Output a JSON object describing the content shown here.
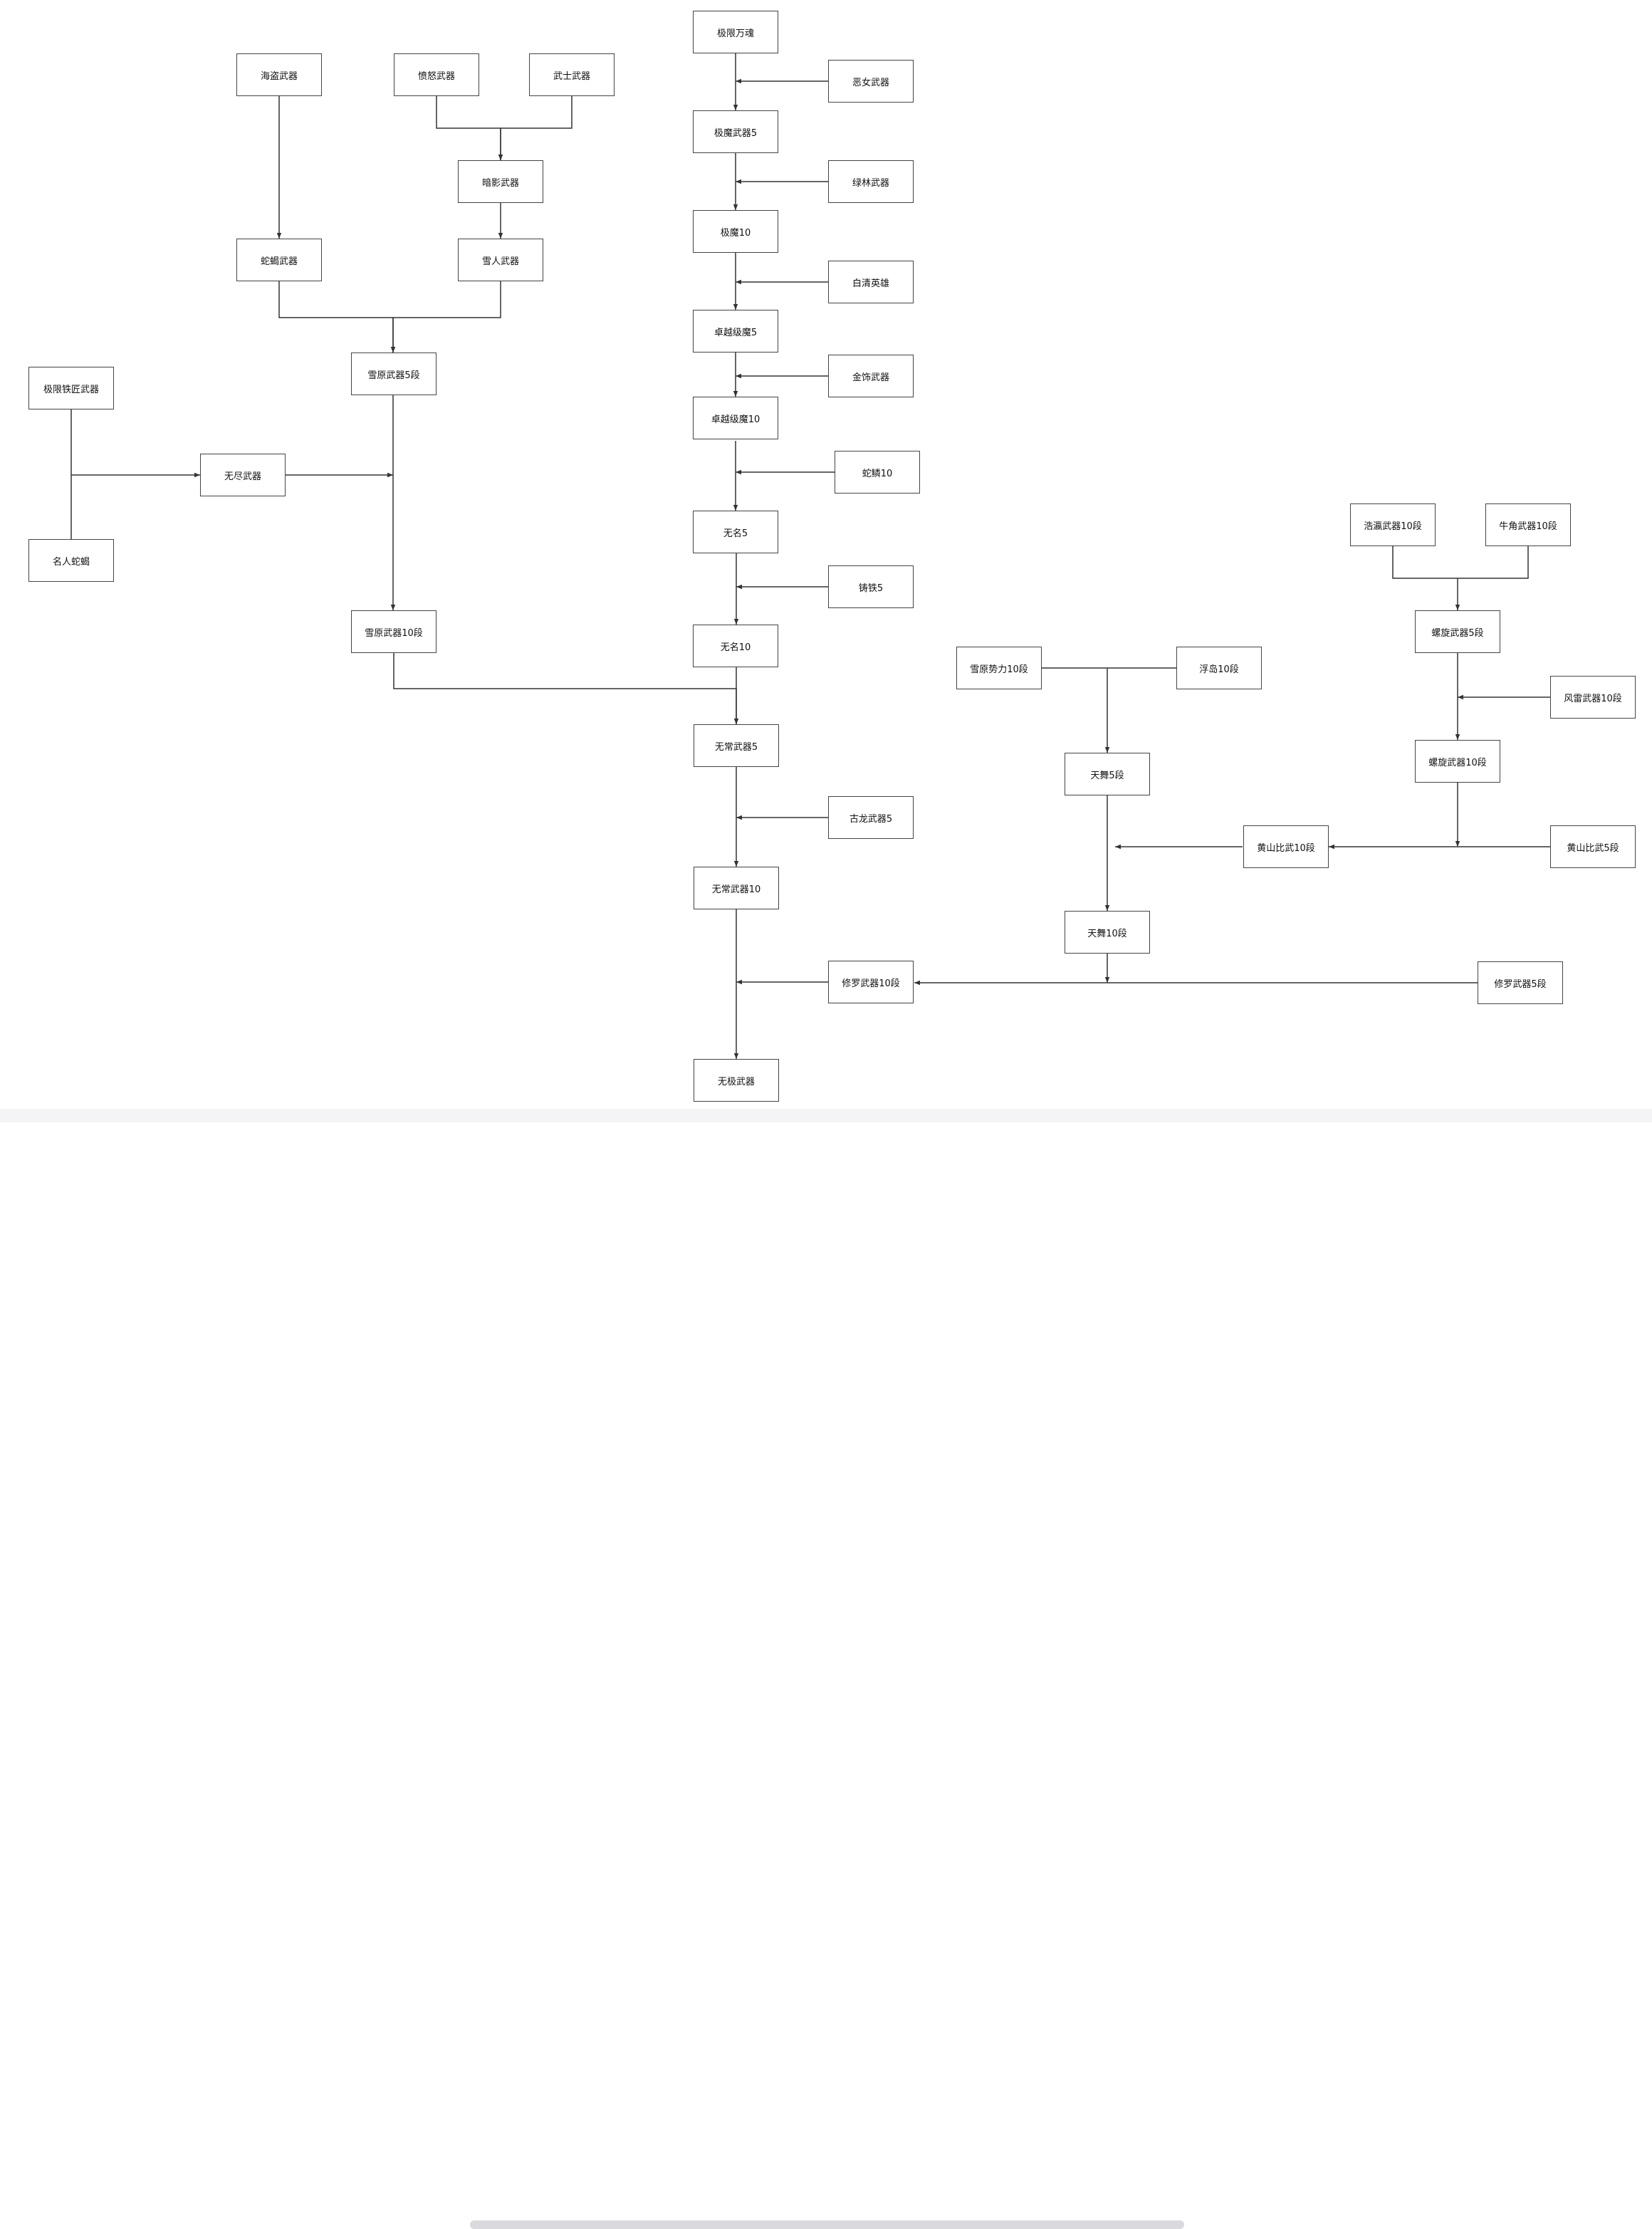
{
  "nodes": [
    {
      "id": "jixian-wanhun",
      "label": "极限万魂"
    },
    {
      "id": "enu-wuqi",
      "label": "恶女武器"
    },
    {
      "id": "jimo-wuqi5",
      "label": "极魔武器5"
    },
    {
      "id": "lvlin-wuqi",
      "label": "绿林武器"
    },
    {
      "id": "jimo10",
      "label": "极魔10"
    },
    {
      "id": "baiqing-yingxiong",
      "label": "白清英雄"
    },
    {
      "id": "zhuoyue-jimo5",
      "label": "卓越级魔5"
    },
    {
      "id": "jinshi-wuqi",
      "label": "金饰武器"
    },
    {
      "id": "zhuoyue-jimo10",
      "label": "卓越级魔10"
    },
    {
      "id": "shelin10",
      "label": "蛇鳞10"
    },
    {
      "id": "wuming5",
      "label": "无名5"
    },
    {
      "id": "zhutie5",
      "label": "铸铁5"
    },
    {
      "id": "wuming10",
      "label": "无名10"
    },
    {
      "id": "wuchang-wuqi5",
      "label": "无常武器5"
    },
    {
      "id": "gulong-wuqi5",
      "label": "古龙武器5"
    },
    {
      "id": "wuchang-wuqi10",
      "label": "无常武器10"
    },
    {
      "id": "xiuluo-wuqi10duan",
      "label": "修罗武器10段"
    },
    {
      "id": "wuji-wuqi",
      "label": "无极武器"
    },
    {
      "id": "haidao-wuqi",
      "label": "海盗武器"
    },
    {
      "id": "fennu-wuqi",
      "label": "愤怒武器"
    },
    {
      "id": "wushi-wuqi",
      "label": "武士武器"
    },
    {
      "id": "anying-wuqi",
      "label": "暗影武器"
    },
    {
      "id": "shexie-wuqi",
      "label": "蛇蝎武器"
    },
    {
      "id": "xueren-wuqi",
      "label": "雪人武器"
    },
    {
      "id": "xueyuan-wuqi5duan",
      "label": "雪原武器5段"
    },
    {
      "id": "jixian-tiejiang-wuqi",
      "label": "极限铁匠武器"
    },
    {
      "id": "wujin-wuqi",
      "label": "无尽武器"
    },
    {
      "id": "mingren-shexie",
      "label": "名人蛇蝎"
    },
    {
      "id": "xueyuan-wuqi10duan",
      "label": "雪原武器10段"
    },
    {
      "id": "xueyuan-shili10duan",
      "label": "雪原势力10段"
    },
    {
      "id": "fudao10duan",
      "label": "浮岛10段"
    },
    {
      "id": "tianwu5duan",
      "label": "天舞5段"
    },
    {
      "id": "tianwu10duan",
      "label": "天舞10段"
    },
    {
      "id": "huangshan-biwu10duan",
      "label": "黄山比武10段"
    },
    {
      "id": "haoying-wuqi10duan",
      "label": "浩瀛武器10段"
    },
    {
      "id": "niujiao-wuqi10duan",
      "label": "牛角武器10段"
    },
    {
      "id": "luoxuan-wuqi5duan",
      "label": "螺旋武器5段"
    },
    {
      "id": "fenglei-wuqi10duan",
      "label": "风雷武器10段"
    },
    {
      "id": "luoxuan-wuqi10duan",
      "label": "螺旋武器10段"
    },
    {
      "id": "huangshan-biwu5duan",
      "label": "黄山比武5段"
    },
    {
      "id": "xiuluo-wuqi5duan",
      "label": "修罗武器5段"
    }
  ],
  "colors": {
    "stroke": "#333333",
    "node_border": "#444444",
    "background": "#ffffff"
  }
}
